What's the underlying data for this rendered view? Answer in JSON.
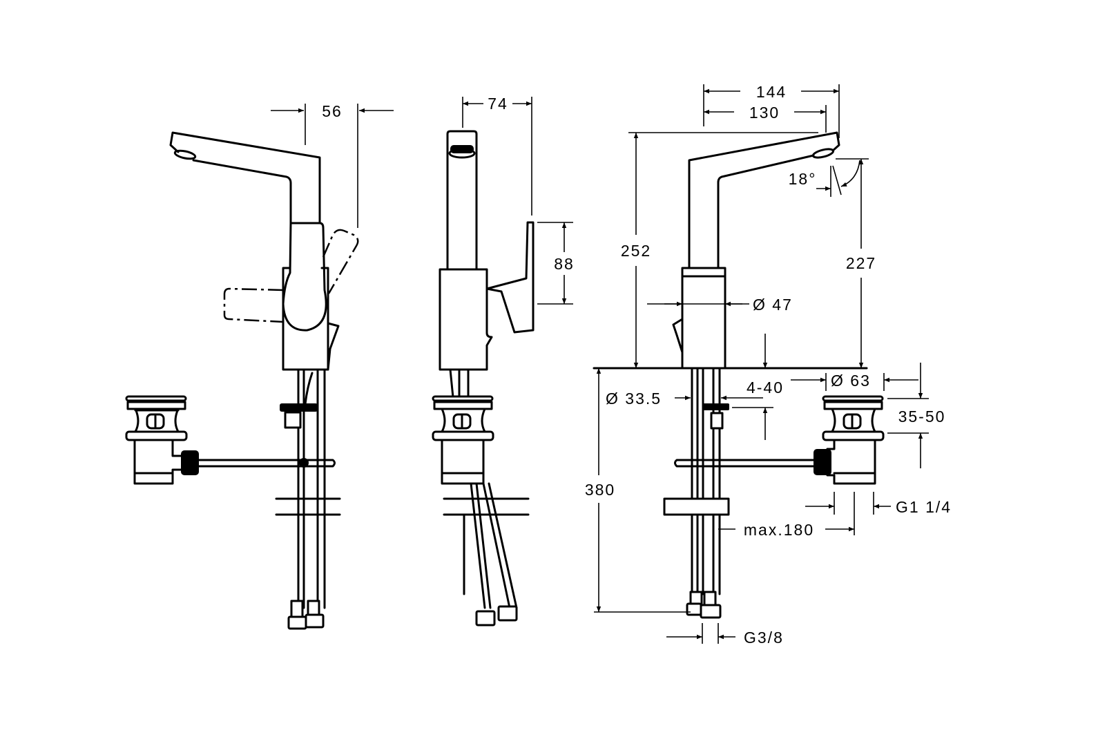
{
  "drawing": {
    "views": [
      "front-view",
      "side-view",
      "dimensioned-view"
    ],
    "line_color": "#000000",
    "background": "#ffffff"
  },
  "dimensions": {
    "front_lever_offset": "56",
    "side_depth": "74",
    "side_lever_height": "88",
    "projection_total": "144",
    "projection_spout": "130",
    "spout_angle": "18°",
    "total_height": "252",
    "outlet_height": "227",
    "body_diameter": "Ø 47",
    "deck_thickness": "4-40",
    "mount_diameter": "Ø 33.5",
    "waste_diameter": "Ø 63",
    "waste_height": "35-50",
    "hose_length": "380",
    "waste_thread": "G1 1/4",
    "rod_length": "max.180",
    "hose_thread": "G3/8"
  }
}
